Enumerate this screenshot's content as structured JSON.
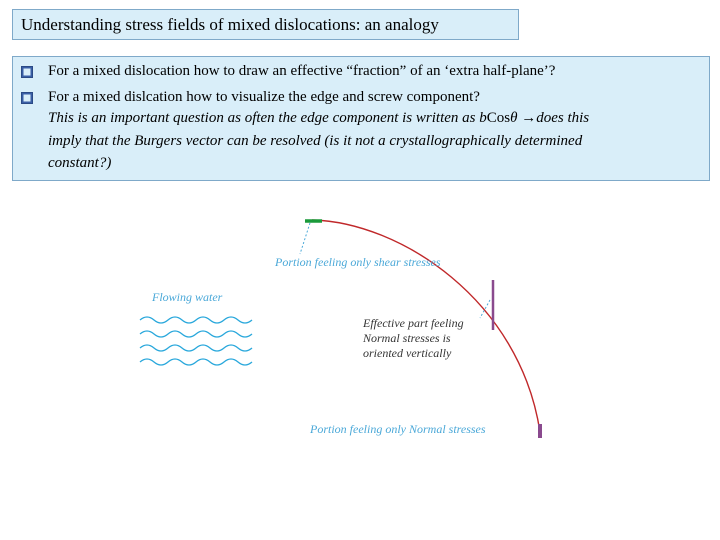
{
  "title": "Understanding stress fields of mixed dislocations: an analogy",
  "bullets": [
    {
      "text": "For a mixed dislocation how to draw an effective “fraction” of an ‘extra half-plane’?"
    },
    {
      "text": "For a mixed dislcation how to visualize the edge and screw component?"
    }
  ],
  "note_lines": [
    "This is an important question as often the edge component is written as b",
    "imply that the Burgers vector can be resolved (is it not a crystallographically determined",
    "constant?)"
  ],
  "note_formula": {
    "cos": "Cos",
    "theta": "θ",
    "arrow": "→",
    "rest": "does this"
  },
  "diagram": {
    "flowing_water_label": "Flowing water",
    "shear_label": "Portion feeling only shear stresses",
    "effective_label_lines": [
      "Effective part feeling",
      "Normal stresses is",
      "oriented vertically"
    ],
    "normal_label": "Portion feeling only Normal stresses",
    "colors": {
      "curve": "#c0282a",
      "water": "#2aa8dc",
      "shear_marker": "#1a9a3a",
      "normal_marker": "#8a4a8e",
      "label": "#4aa8d8",
      "box_bg": "#d9eef9",
      "box_border": "#7fa9c9",
      "bullet": "#3a5fa6"
    },
    "icons": [
      "checkbox-bullet-icon",
      "water-wave-icon",
      "leader-line-icon",
      "marker-bar-icon"
    ]
  }
}
